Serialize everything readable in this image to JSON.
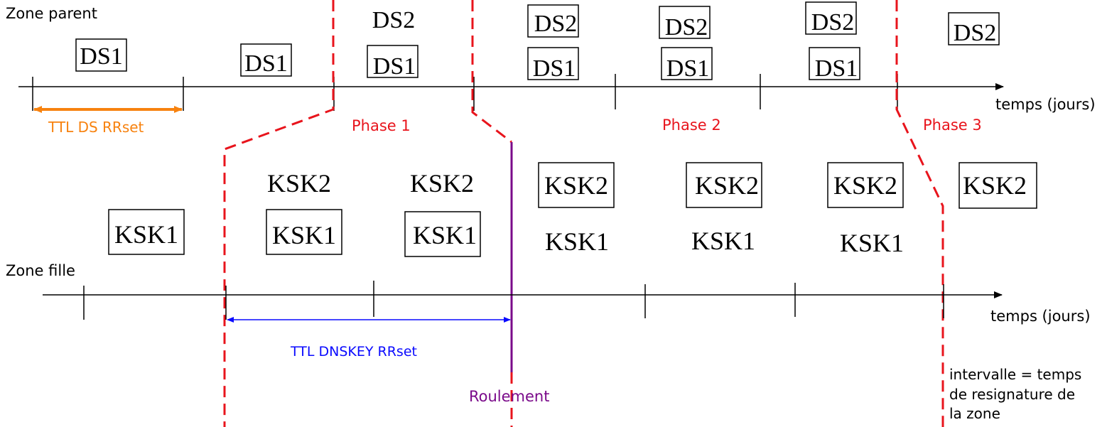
{
  "labels": {
    "zone_parent": "Zone parent",
    "zone_fille": "Zone fille",
    "temps_top": "temps (jours)",
    "temps_bottom": "temps (jours)",
    "ttl_ds": "TTL DS RRset",
    "ttl_dnskey": "TTL DNSKEY RRset",
    "phase1": "Phase 1",
    "phase2": "Phase 2",
    "phase3": "Phase 3",
    "roulement": "Roulement",
    "intervalle_l1": "intervalle = temps",
    "intervalle_l2": "de resignature de",
    "intervalle_l3": "la zone"
  },
  "records": {
    "ds1": "DS1",
    "ds2": "DS2",
    "ksk1": "KSK1",
    "ksk2": "KSK2"
  },
  "colors": {
    "axis": "#000000",
    "phase": "#e8141c",
    "ttl_ds": "#f7820f",
    "ttl_dnskey": "#0a0aff",
    "roulement": "#7a0a8a"
  }
}
